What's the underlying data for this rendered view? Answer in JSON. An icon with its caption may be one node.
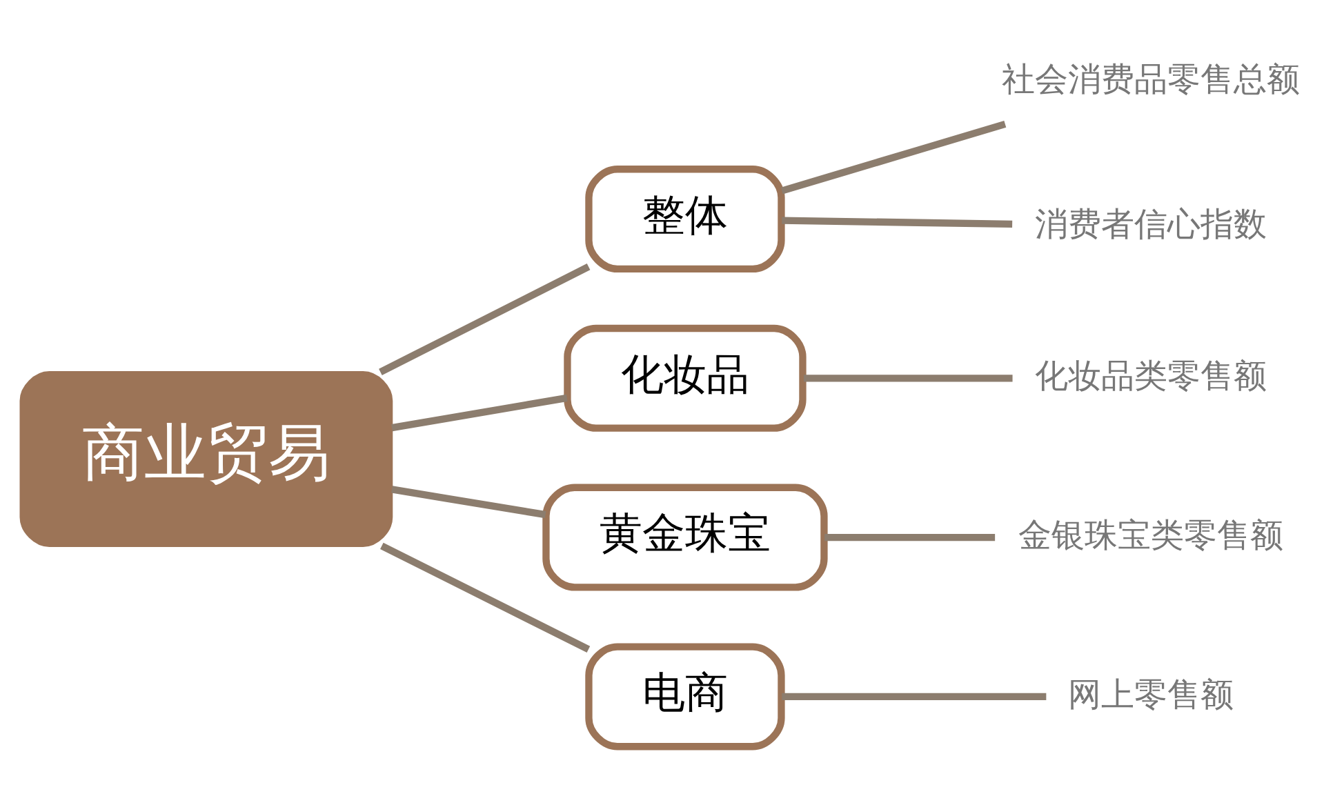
{
  "diagram": {
    "nodes": [
      {
        "text": [
          "商业贸易"
        ]
      },
      {
        "text": [
          "整体"
        ]
      },
      {
        "text": [
          "化妆品"
        ]
      },
      {
        "text": [
          "黄金珠宝"
        ]
      },
      {
        "text": [
          "电商"
        ]
      },
      {
        "text": [
          "社会消费品零售总额"
        ]
      },
      {
        "text": [
          "消费者信心指数"
        ]
      },
      {
        "text": [
          "化妆品类零售额"
        ]
      },
      {
        "text": [
          "金银珠宝类零售额"
        ]
      },
      {
        "text": [
          "网上零售额"
        ]
      }
    ],
    "edges": [
      {
        "from": 0,
        "to": 1,
        "arrow": "none"
      },
      {
        "from": 0,
        "to": 2,
        "arrow": "none"
      },
      {
        "from": 0,
        "to": 3,
        "arrow": "none"
      },
      {
        "from": 0,
        "to": 4,
        "arrow": "none"
      },
      {
        "from": 1,
        "to": 5,
        "arrow": "none"
      },
      {
        "from": 1,
        "to": 6,
        "arrow": "none"
      },
      {
        "from": 2,
        "to": 7,
        "arrow": "none"
      },
      {
        "from": 3,
        "to": 8,
        "arrow": "none"
      },
      {
        "from": 4,
        "to": 9,
        "arrow": "none"
      }
    ]
  }
}
